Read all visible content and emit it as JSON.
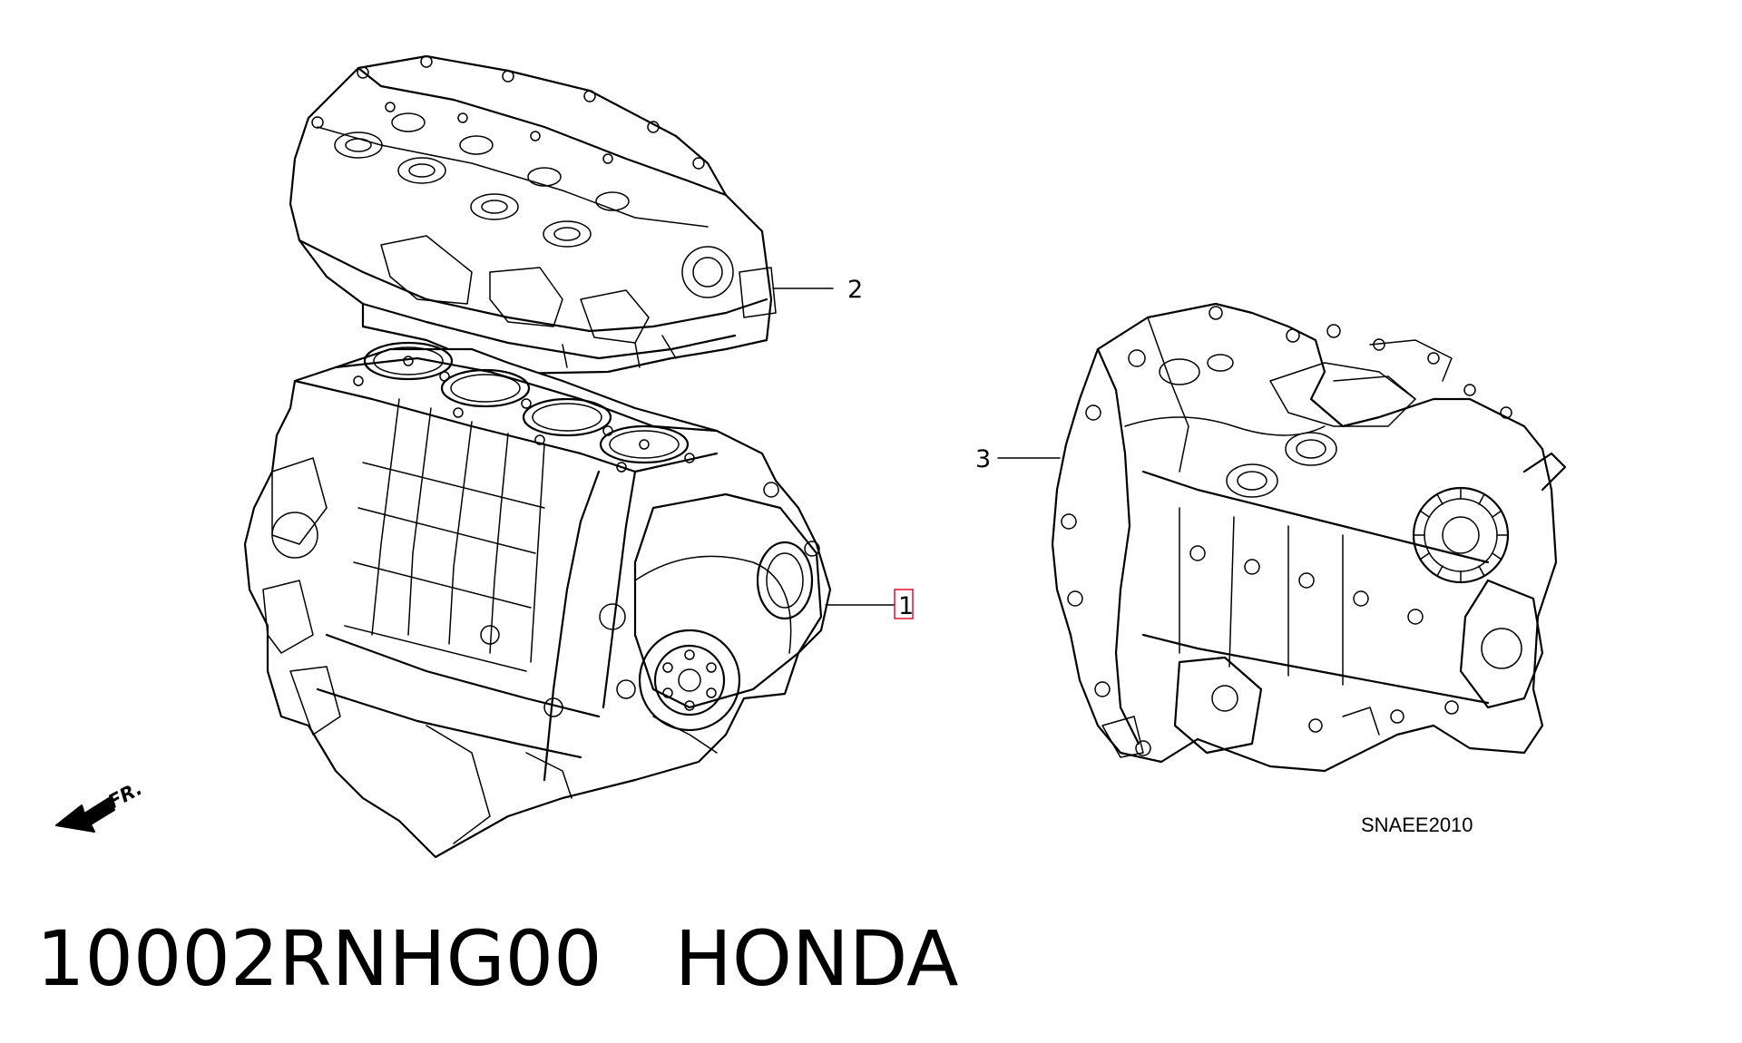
{
  "title": {
    "part_number": "10002RNHG00",
    "brand": "HONDA"
  },
  "diagram": {
    "code": "SNAEE2010",
    "front_label": "FR.",
    "callouts": [
      {
        "id": "callout-1",
        "label": "1",
        "highlight_color": "#e0001b"
      },
      {
        "id": "callout-2",
        "label": "2"
      },
      {
        "id": "callout-3",
        "label": "3"
      }
    ],
    "icons": [
      "front-arrow-icon"
    ]
  },
  "colors": {
    "line": "#000000",
    "background": "#ffffff",
    "highlight": "#e0001b"
  }
}
